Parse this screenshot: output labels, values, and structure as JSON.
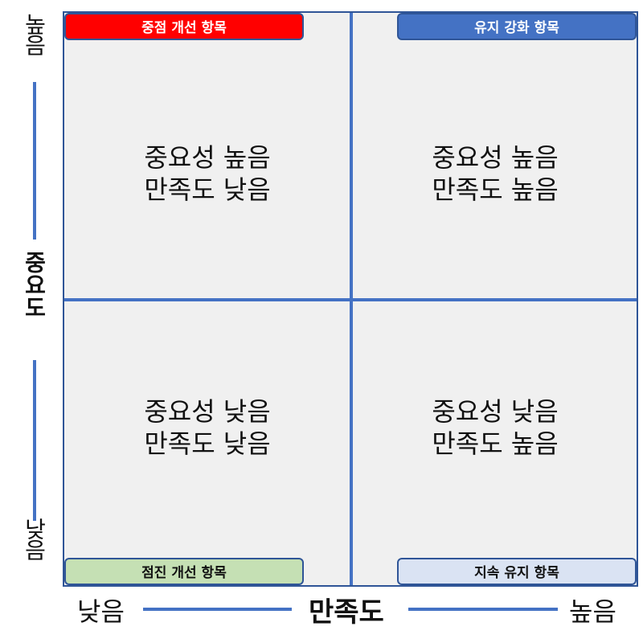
{
  "diagram": {
    "type": "2x2 importance-satisfaction matrix",
    "y_axis": {
      "title": "중요도",
      "high": "높음",
      "low": "낮음"
    },
    "x_axis": {
      "title": "만족도",
      "low": "낮음",
      "high": "높음"
    },
    "quadrants": {
      "top_left": {
        "tag": "중점 개선 항목",
        "line1": "중요성 높음",
        "line2": "만족도 낮음",
        "tag_color": "#ff0000"
      },
      "top_right": {
        "tag": "유지 강화 항목",
        "line1": "중요성 높음",
        "line2": "만족도 높음",
        "tag_color": "#4472c4"
      },
      "bottom_left": {
        "tag": "점진 개선 항목",
        "line1": "중요성 낮음",
        "line2": "만족도 낮음",
        "tag_color": "#c5e0b4"
      },
      "bottom_right": {
        "tag": "지속 유지 항목",
        "line1": "중요성 낮음",
        "line2": "만족도 높음",
        "tag_color": "#dae3f3"
      }
    },
    "colors": {
      "grid_line": "#4472c4",
      "panel_bg": "#f0f0f0"
    }
  }
}
